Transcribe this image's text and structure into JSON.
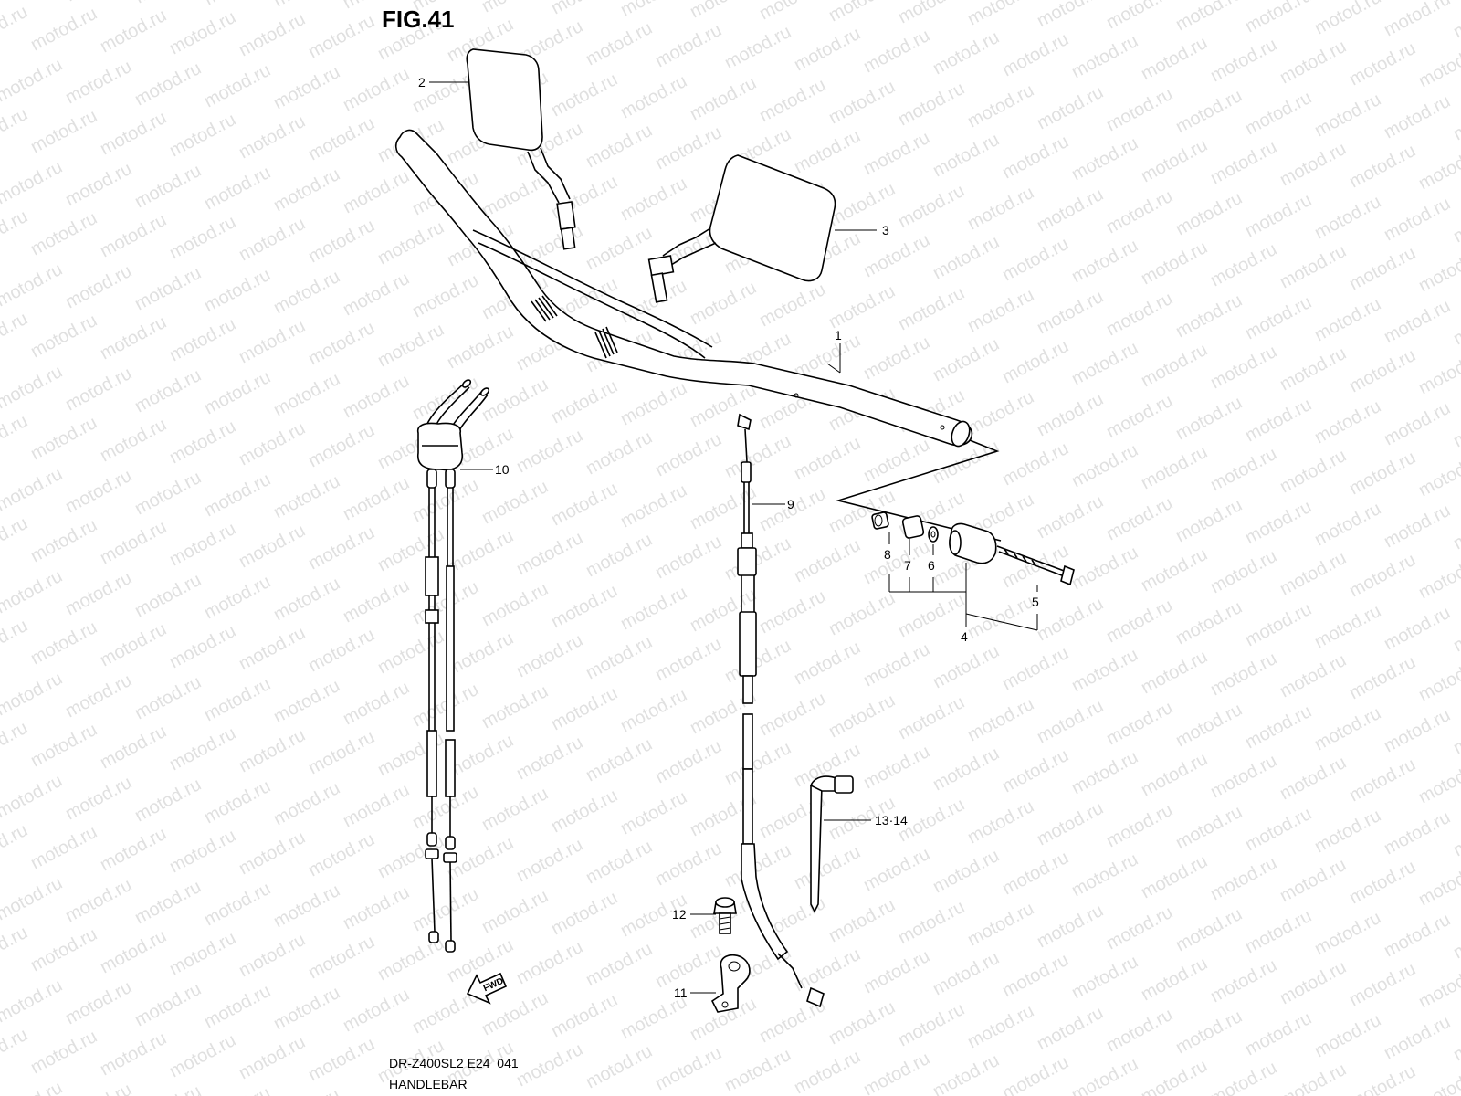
{
  "figure": {
    "title": "FIG.41"
  },
  "watermark": {
    "text": "motod.ru"
  },
  "caption": {
    "code": "DR-Z400SL2 E24_041",
    "name": "HANDLEBAR"
  },
  "fwd_badge": {
    "label": "FWD"
  },
  "callouts": {
    "handlebar": "1",
    "mirror_left": "2",
    "mirror_right": "3",
    "balancer_set": "4",
    "screw": "5",
    "washer": "6",
    "spacer": "7",
    "nut": "8",
    "clutch_cable": "9",
    "throttle_cable": "10",
    "clamp": "11",
    "bolt": "12",
    "cable_tie": "13·14"
  }
}
